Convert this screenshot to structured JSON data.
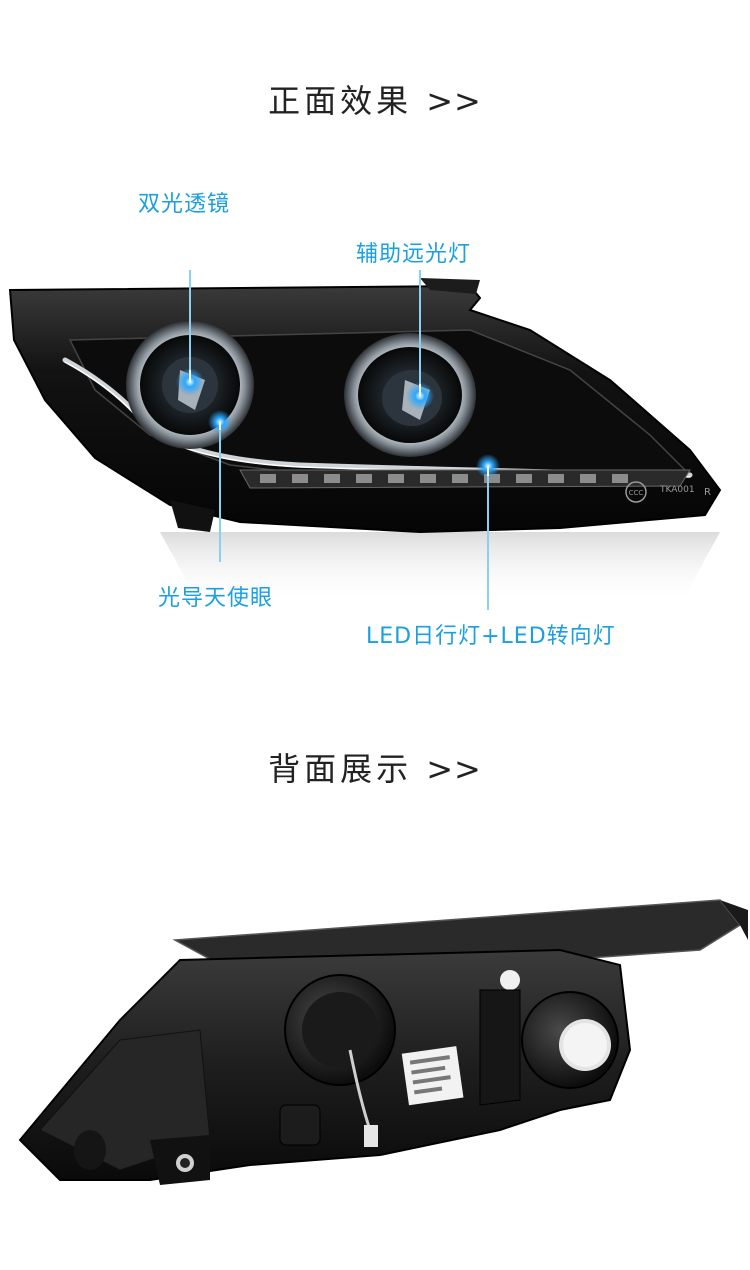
{
  "front": {
    "title": "正面效果",
    "arrows": ">>",
    "callouts": {
      "bi_xenon": "双光透镜",
      "aux_high": "辅助远光灯",
      "angel_eye": "光导天使眼",
      "drl_turn": "LED日行灯+LED转向灯"
    },
    "lamp_marks": {
      "cert": "CCC",
      "model": "TKA001",
      "side": "R"
    }
  },
  "back": {
    "title": "背面展示",
    "arrows": ">>"
  },
  "colors": {
    "accent": "#1a9fe0",
    "glow": "#2aa8ff",
    "housing": "#141414",
    "title": "#222222"
  }
}
